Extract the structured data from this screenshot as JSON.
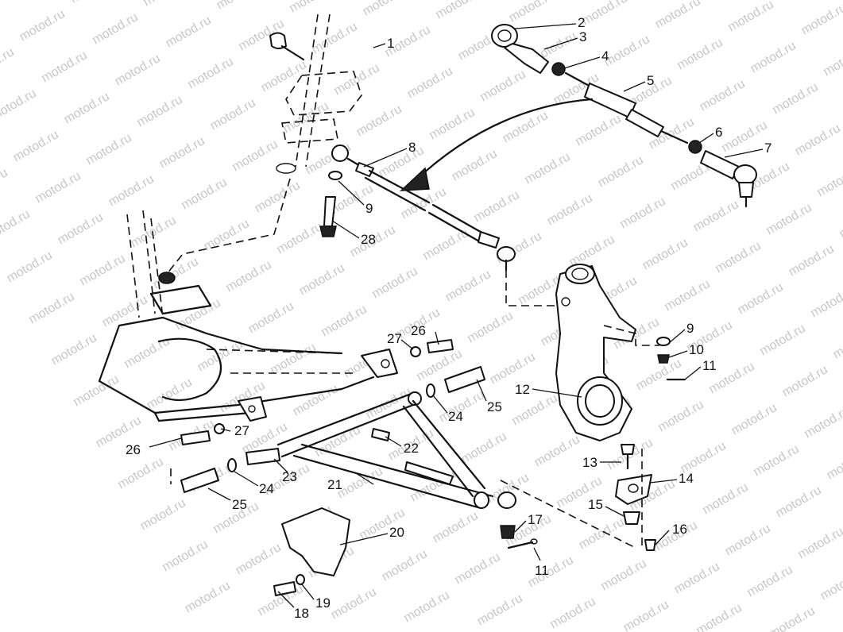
{
  "watermark": "motod.ru",
  "callouts": [
    "1",
    "2",
    "3",
    "4",
    "5",
    "6",
    "7",
    "8",
    "9",
    "9",
    "10",
    "11",
    "11",
    "12",
    "13",
    "14",
    "15",
    "16",
    "17",
    "18",
    "19",
    "20",
    "21",
    "22",
    "23",
    "24",
    "24",
    "25",
    "25",
    "26",
    "26",
    "27",
    "27",
    "28"
  ]
}
